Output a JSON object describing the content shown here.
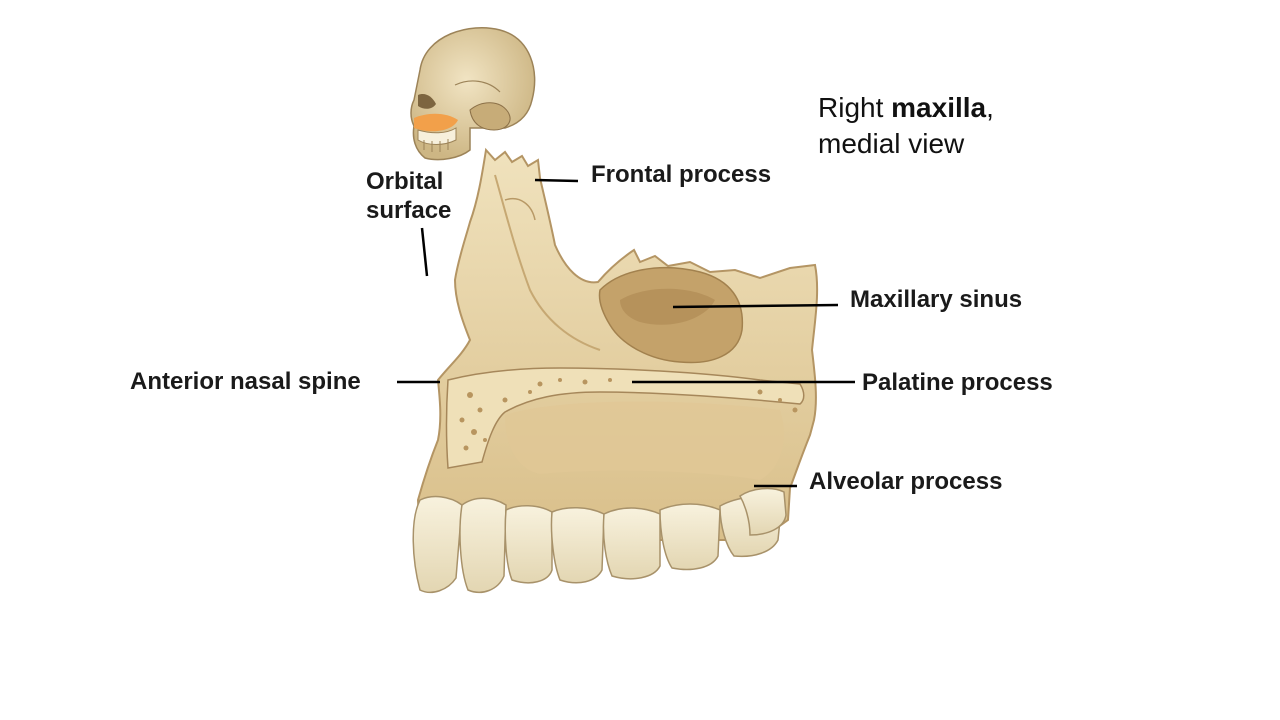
{
  "title": {
    "line1_prefix": "Right ",
    "line1_bold": "maxilla",
    "line1_suffix": ",",
    "line2": "medial view"
  },
  "labels": {
    "orbital_surface_line1": "Orbital",
    "orbital_surface_line2": "surface",
    "frontal_process": "Frontal process",
    "maxillary_sinus": "Maxillary sinus",
    "anterior_nasal_spine": "Anterior nasal spine",
    "palatine_process": "Palatine process",
    "alveolar_process": "Alveolar process"
  },
  "colors": {
    "bone": "#e8d7ad",
    "bone_shadow": "#cdb17c",
    "bone_dark": "#a88652",
    "tooth": "#f3ebd2",
    "highlight": "#f2a04a",
    "leader": "#000000"
  }
}
